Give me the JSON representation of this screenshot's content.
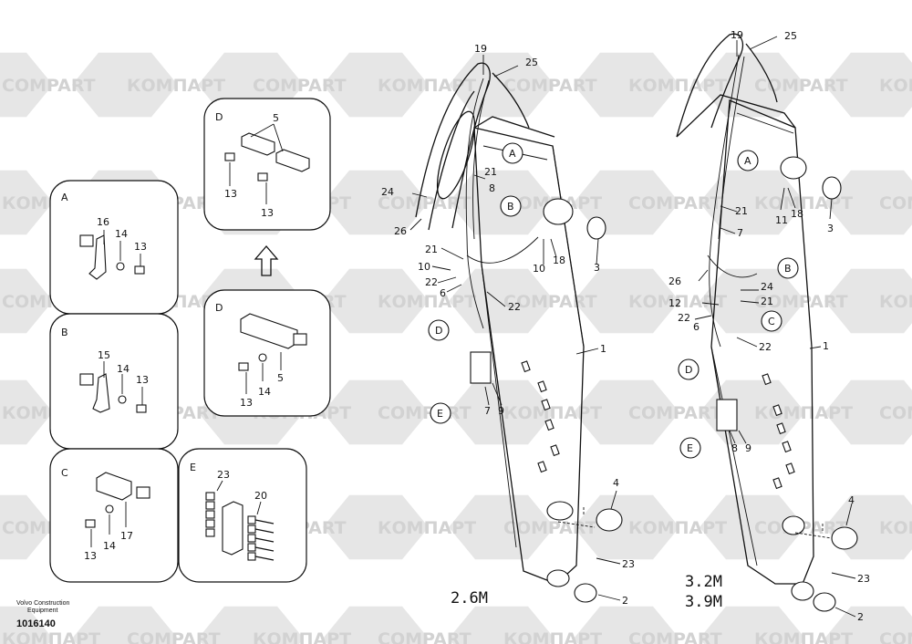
{
  "watermark": {
    "brand_latin": "COMPART",
    "brand_cyrillic": "КОМПАРТ"
  },
  "footer": {
    "company_line1": "Volvo Construction",
    "company_line2": "Equipment",
    "drawing_number": "1016140"
  },
  "detail_boxes": {
    "A": {
      "letter": "A",
      "labels": [
        "16",
        "14",
        "13"
      ]
    },
    "B": {
      "letter": "B",
      "labels": [
        "15",
        "14",
        "13"
      ]
    },
    "C": {
      "letter": "C",
      "labels": [
        "17",
        "14",
        "13"
      ]
    },
    "D_top": {
      "letter": "D",
      "labels": [
        "5",
        "13",
        "13"
      ]
    },
    "D_mid": {
      "letter": "D",
      "labels": [
        "5",
        "14",
        "13"
      ]
    },
    "E": {
      "letter": "E",
      "labels": [
        "23",
        "20"
      ]
    }
  },
  "left_boom": {
    "size_label": "2.6M",
    "callouts": [
      "A",
      "B",
      "D",
      "E"
    ],
    "part_numbers": [
      "19",
      "25",
      "21",
      "8",
      "24",
      "26",
      "21",
      "10",
      "10",
      "18",
      "3",
      "22",
      "6",
      "22",
      "1",
      "7",
      "9",
      "4",
      "23",
      "2"
    ]
  },
  "right_boom": {
    "size_labels": [
      "3.2M",
      "3.9M"
    ],
    "callouts": [
      "A",
      "B",
      "C",
      "D",
      "E"
    ],
    "part_numbers": [
      "19",
      "25",
      "11",
      "18",
      "3",
      "21",
      "7",
      "26",
      "24",
      "12",
      "21",
      "22",
      "6",
      "22",
      "1",
      "8",
      "9",
      "4",
      "23",
      "2"
    ]
  }
}
